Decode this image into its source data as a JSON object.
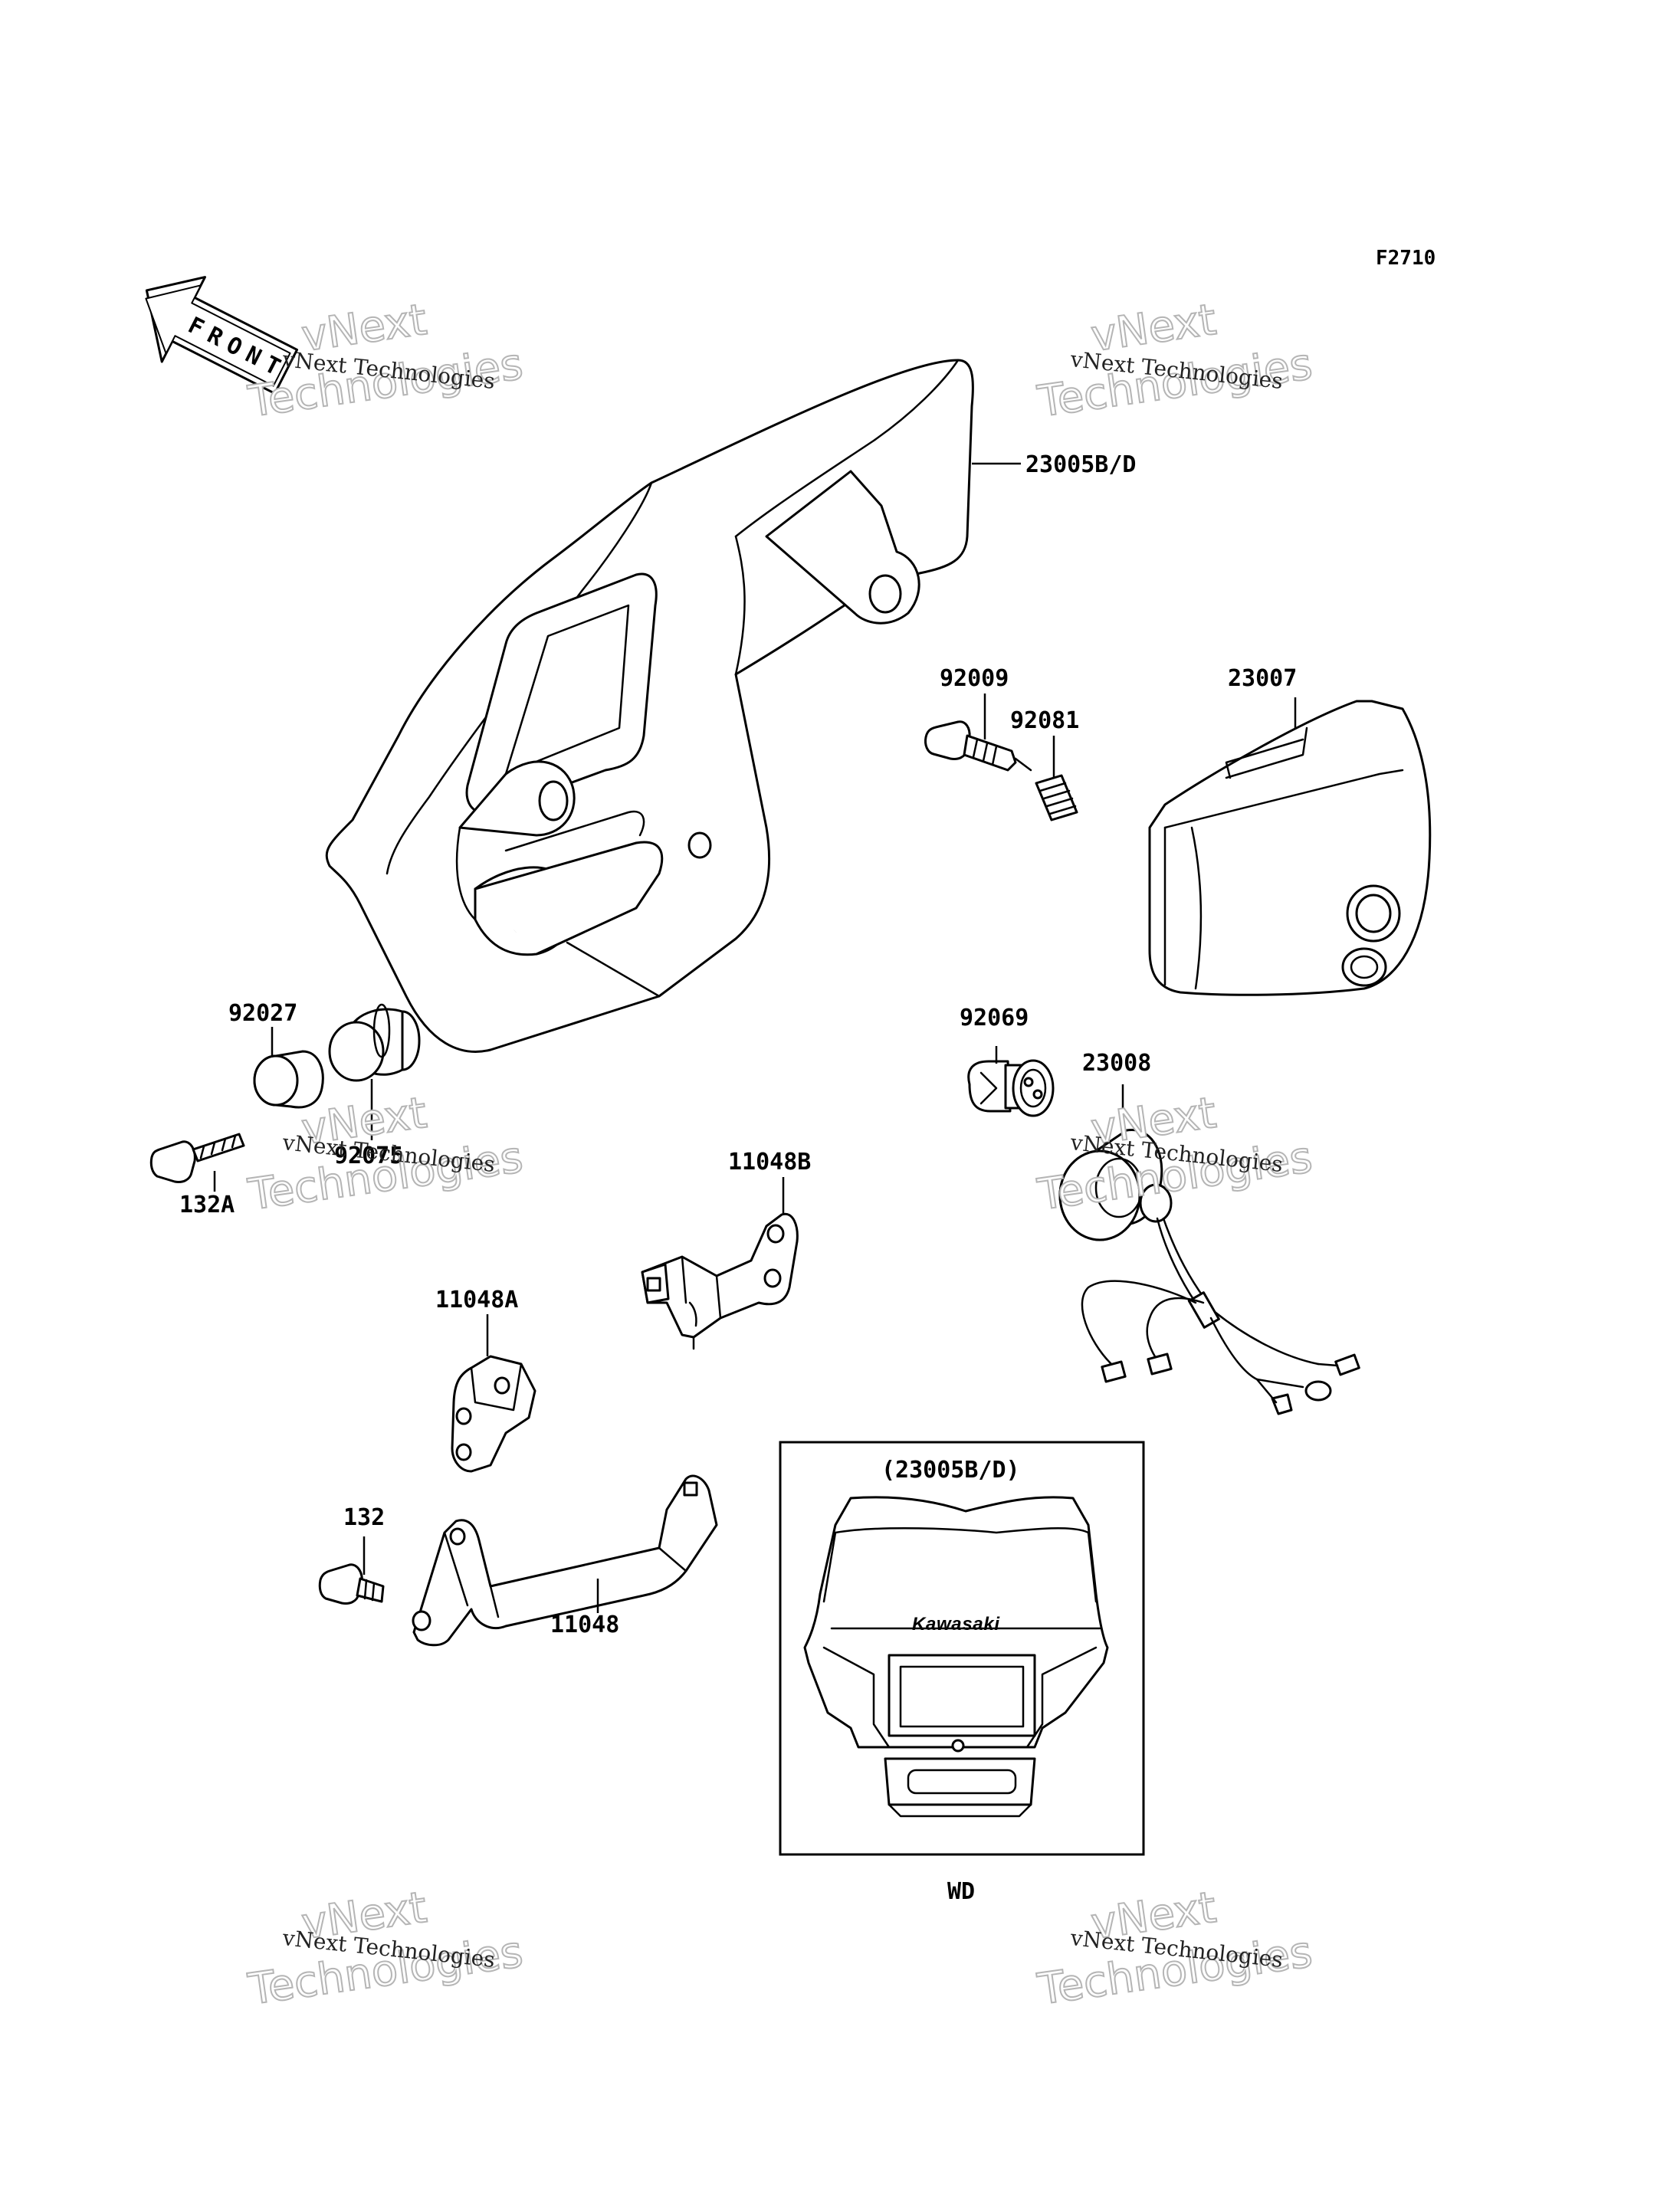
{
  "diagram": {
    "code": "F2710",
    "front_indicator": "FRONT",
    "parts": [
      {
        "id": "p1",
        "label": "23005B/D"
      },
      {
        "id": "p2",
        "label": "23007"
      },
      {
        "id": "p3",
        "label": "92009"
      },
      {
        "id": "p4",
        "label": "92081"
      },
      {
        "id": "p5",
        "label": "92027"
      },
      {
        "id": "p6",
        "label": "92075"
      },
      {
        "id": "p7",
        "label": "132A"
      },
      {
        "id": "p8",
        "label": "92069"
      },
      {
        "id": "p9",
        "label": "23008"
      },
      {
        "id": "p10",
        "label": "11048B"
      },
      {
        "id": "p11",
        "label": "11048A"
      },
      {
        "id": "p12",
        "label": "132"
      },
      {
        "id": "p13",
        "label": "11048"
      }
    ],
    "inset": {
      "title": "(23005B/D)",
      "caption": "WD",
      "brand": "Kawasaki"
    }
  },
  "watermark": {
    "company": "vNext Technologies",
    "word_top": "vNext",
    "word_bottom": "Technologies"
  }
}
